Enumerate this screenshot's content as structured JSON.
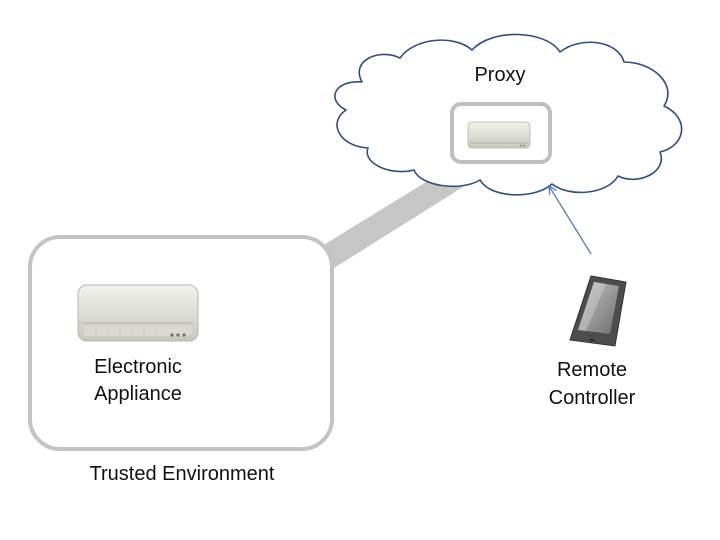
{
  "diagram": {
    "proxy": {
      "label": "Proxy"
    },
    "appliance": {
      "line1": "Electronic",
      "line2": "Appliance"
    },
    "trusted_environment": {
      "label": "Trusted Environment"
    },
    "remote_controller": {
      "line1": "Remote",
      "line2": "Controller"
    }
  },
  "colors": {
    "cloud_stroke": "#2f4f7f",
    "box_stroke": "#bfbfbf",
    "tunnel": "#c6c6c6",
    "arrow": "#4f7fbf",
    "appliance_body": "#e2e2dc",
    "phone_body": "#555555"
  }
}
